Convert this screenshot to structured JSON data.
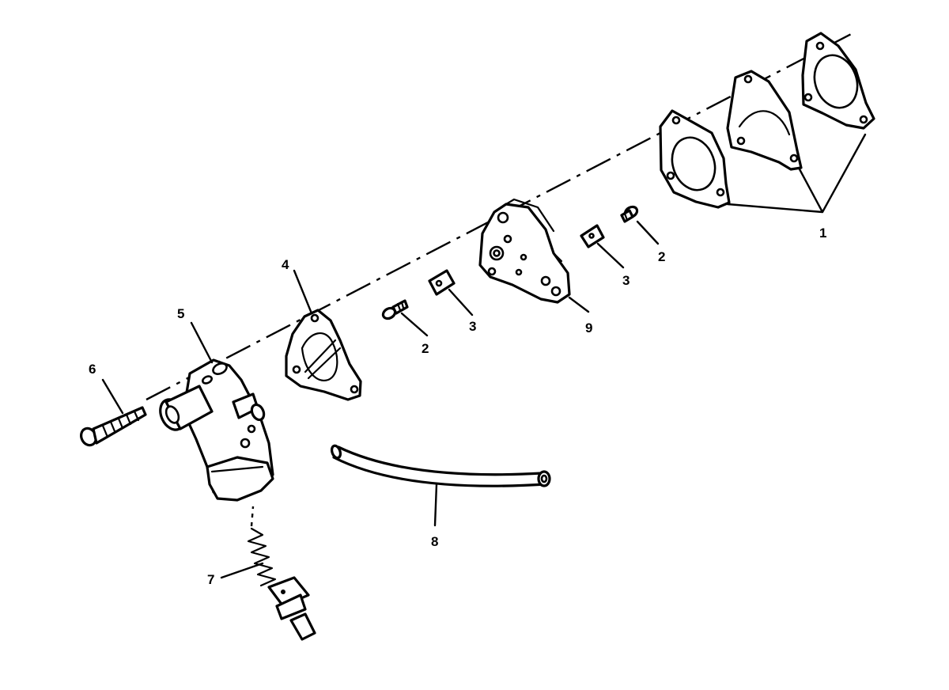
{
  "diagram": {
    "callouts": {
      "c1": "1",
      "c2a": "2",
      "c2b": "2",
      "c3a": "3",
      "c3b": "3",
      "c4": "4",
      "c5": "5",
      "c6": "6",
      "c7": "7",
      "c8": "8",
      "c9": "9"
    }
  }
}
